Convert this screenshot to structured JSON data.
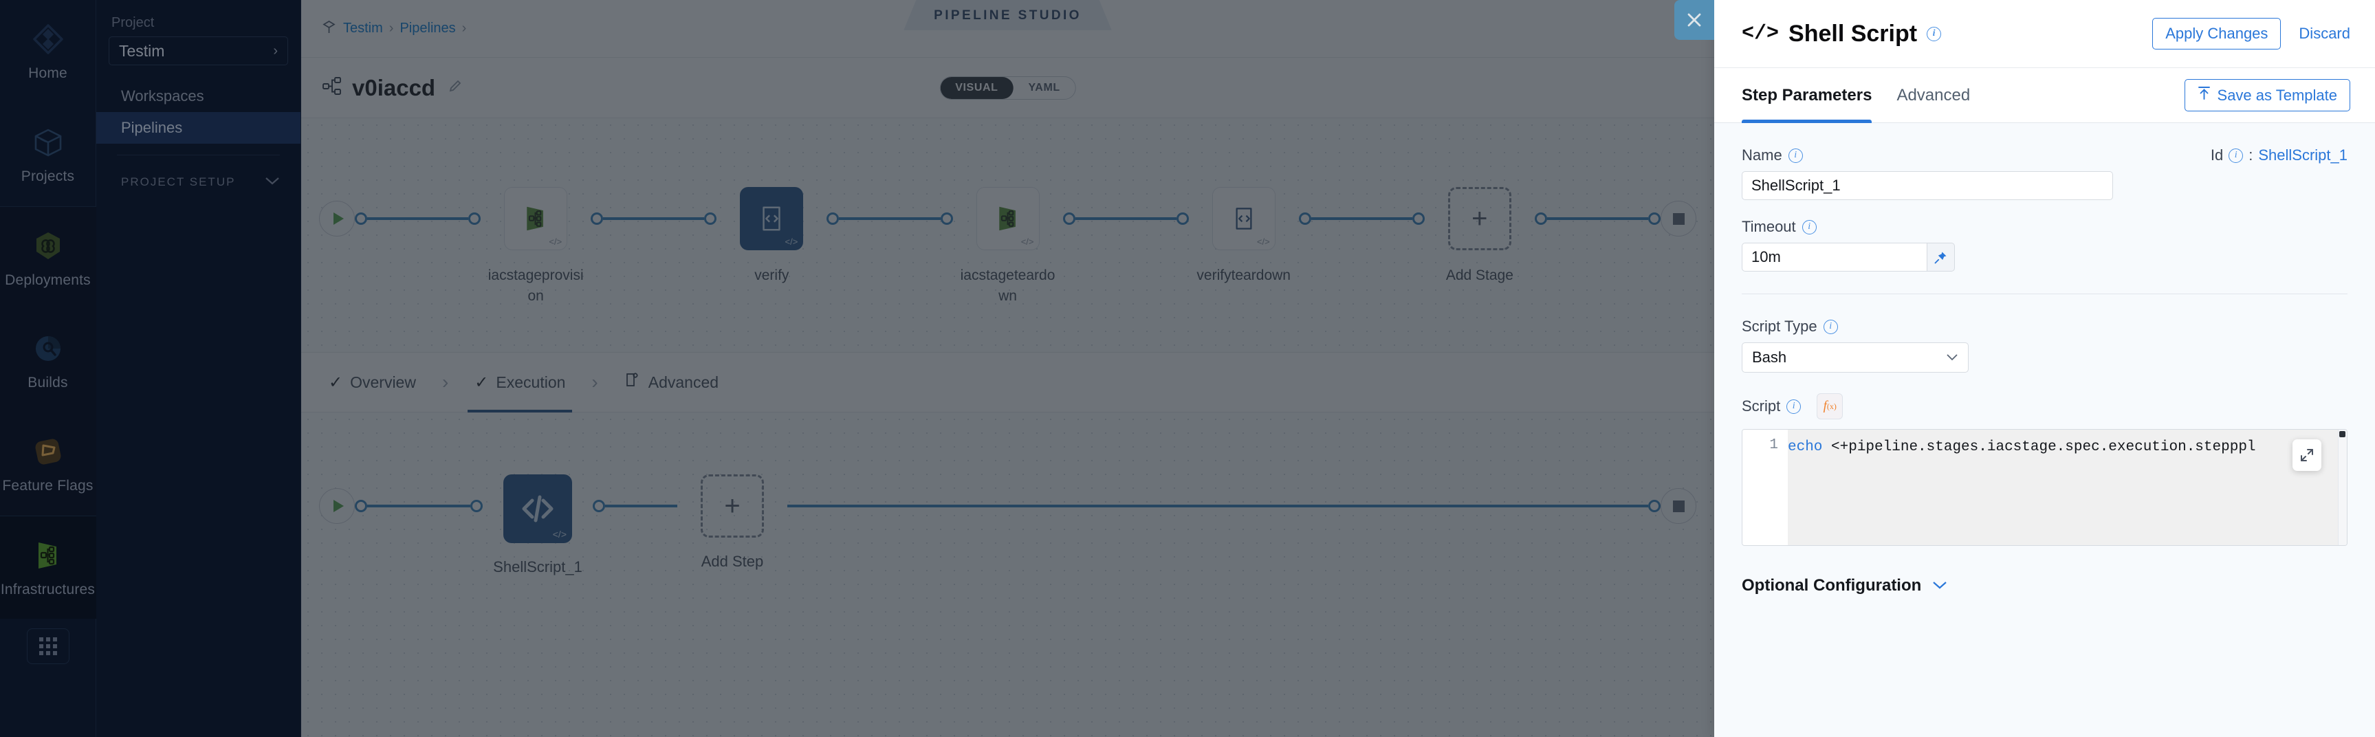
{
  "icon_rail": {
    "items": [
      {
        "label": "Home",
        "icon": "home-diamond-icon"
      },
      {
        "label": "Projects",
        "icon": "box-icon"
      },
      {
        "label": "Deployments",
        "icon": "infinity-hex-icon"
      },
      {
        "label": "Builds",
        "icon": "build-pie-icon"
      },
      {
        "label": "Feature Flags",
        "icon": "flag-icon"
      },
      {
        "label": "Infrastructures",
        "icon": "infrastructure-icon"
      }
    ],
    "grid_button_icon": "grid-apps-icon"
  },
  "project_nav": {
    "label": "Project",
    "selected_project": "Testim",
    "chevron": "›",
    "items": [
      {
        "label": "Workspaces",
        "active": false
      },
      {
        "label": "Pipelines",
        "active": true
      }
    ],
    "section_label": "PROJECT SETUP"
  },
  "canvas": {
    "breadcrumb": {
      "items": [
        "Testim",
        "Pipelines"
      ],
      "separator": "›",
      "trailing": "›"
    },
    "studio_badge": "PIPELINE STUDIO",
    "pipeline_title": "v0iaccd",
    "edit_icon": "pencil-icon",
    "pipeline_icon": "pipeline-graph-icon",
    "view_toggle": {
      "options": [
        "VISUAL",
        "YAML"
      ],
      "selected": "VISUAL"
    },
    "stages": [
      {
        "name": "iacstageprovision",
        "icon": "infrastructure-icon",
        "selected": false
      },
      {
        "name": "verify",
        "icon": "code-brackets-icon",
        "selected": true
      },
      {
        "name": "iacstageteardown",
        "icon": "infrastructure-icon",
        "selected": false
      },
      {
        "name": "verifyteardown",
        "icon": "code-brackets-icon",
        "selected": false
      }
    ],
    "add_stage_label": "Add Stage",
    "add_stage_icon": "plus-icon",
    "stage_tabs": [
      {
        "label": "Overview",
        "icon": "check-icon",
        "active": false
      },
      {
        "label": "Execution",
        "icon": "check-icon",
        "active": true
      },
      {
        "label": "Advanced",
        "icon": "gear-page-icon",
        "active": false
      }
    ],
    "tab_separator": "›",
    "steps": [
      {
        "name": "ShellScript_1",
        "icon": "code-brackets-icon",
        "selected": true
      }
    ],
    "add_step_label": "Add Step",
    "add_step_icon": "plus-icon"
  },
  "step_panel": {
    "close_icon": "close-icon",
    "title": "Shell Script",
    "title_icon": "code-brackets-icon",
    "info_icon": "info-icon",
    "apply_label": "Apply Changes",
    "discard_label": "Discard",
    "tabs": [
      {
        "label": "Step Parameters",
        "active": true
      },
      {
        "label": "Advanced",
        "active": false
      }
    ],
    "save_template_label": "Save as Template",
    "save_template_icon": "upload-template-icon",
    "fields": {
      "name_label": "Name",
      "name_value": "ShellScript_1",
      "id_label": "Id",
      "id_separator": ":",
      "id_value": "ShellScript_1",
      "timeout_label": "Timeout",
      "timeout_value": "10m",
      "pin_icon": "pin-icon",
      "script_type_label": "Script Type",
      "script_type_value": "Bash",
      "script_type_chevron": "∨",
      "script_label": "Script",
      "fx_label": "f",
      "fx_sub": "(x)",
      "script_line_number": "1",
      "script_keyword": "echo",
      "script_body": " <+pipeline.stages.iacstage.spec.execution.step",
      "script_body_tail": "ppl",
      "expand_icon": "expand-fullscreen-icon"
    },
    "optional_config_label": "Optional Configuration",
    "optional_config_chevron": "∨"
  },
  "colors": {
    "accent_blue": "#2a77d9",
    "node_selected": "#1b4b82",
    "sidebar_bg": "#0b1628",
    "panel_bg": "#f7fafd",
    "close_btn": "#5490b5"
  }
}
